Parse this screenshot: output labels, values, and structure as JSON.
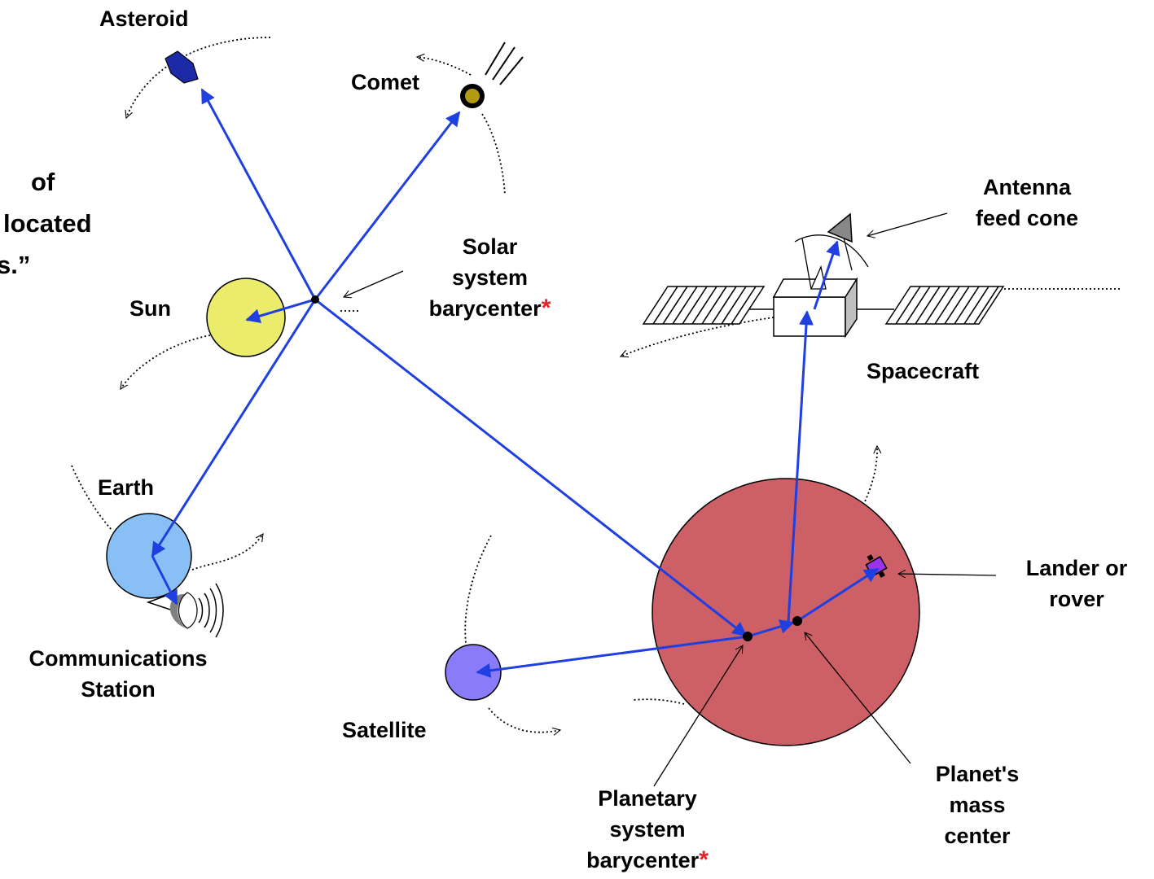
{
  "labels": {
    "asteroid": "Asteroid",
    "comet": "Comet",
    "sun": "Sun",
    "solar_barycenter": [
      "Solar",
      "system",
      "barycenter"
    ],
    "earth": "Earth",
    "comm_station": [
      "Communications",
      "Station"
    ],
    "satellite": "Satellite",
    "antenna": [
      "Antenna",
      "feed cone"
    ],
    "spacecraft": "Spacecraft",
    "lander": [
      "Lander or",
      "rover"
    ],
    "planetary_barycenter": [
      "Planetary",
      "system",
      "barycenter"
    ],
    "planet_mass_center": [
      "Planet's",
      "mass",
      "center"
    ],
    "asterisk": "*"
  },
  "cropped_text": [
    "of",
    "located",
    "s.”"
  ],
  "colors": {
    "vector_blue": "#1f3fe0",
    "sun": "#ecec6c",
    "earth": "#88c0f6",
    "satellite": "#8a7cf8",
    "planet": "#cd5f66",
    "asteroid": "#1d2aa8",
    "comet": "#b29a12",
    "lander": "#9a34e8",
    "asterisk": "#e8202a"
  }
}
